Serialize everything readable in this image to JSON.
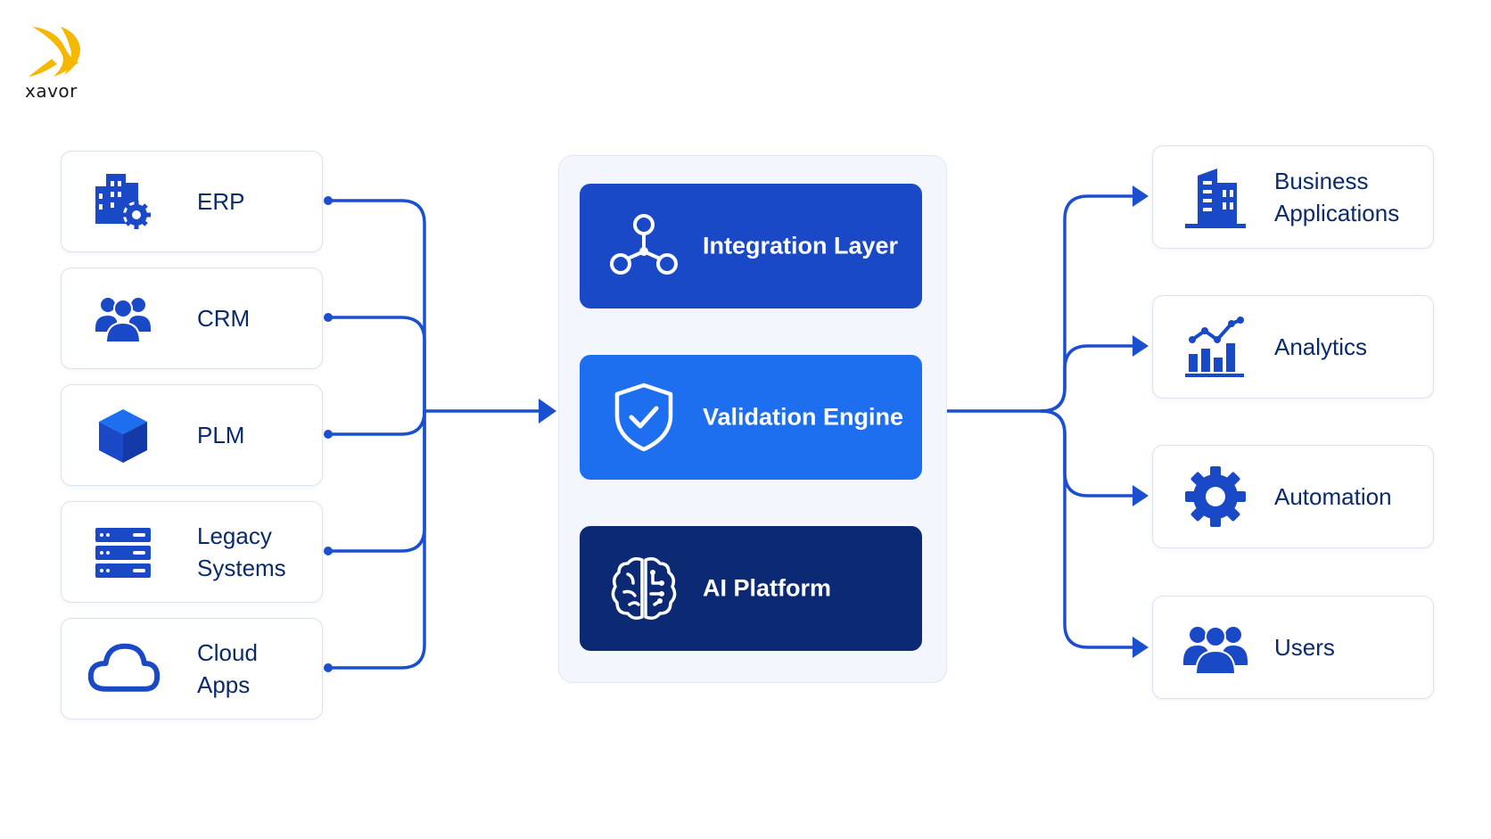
{
  "brand": {
    "name": "xavor",
    "accent": "#f5b800"
  },
  "colors": {
    "primary": "#1a49c7",
    "bright": "#1e6ff0",
    "dark": "#0c2a74",
    "line": "#1a4fd0",
    "text": "#0b2a6b"
  },
  "sources": [
    {
      "label": "ERP",
      "icon": "building-gear-icon"
    },
    {
      "label": "CRM",
      "icon": "users-group-icon"
    },
    {
      "label": "PLM",
      "icon": "cube-icon"
    },
    {
      "label": "Legacy\nSystems",
      "icon": "server-rack-icon"
    },
    {
      "label": "Cloud\nApps",
      "icon": "cloud-icon"
    }
  ],
  "core": [
    {
      "label": "Integration Layer",
      "icon": "network-nodes-icon"
    },
    {
      "label": "Validation Engine",
      "icon": "shield-check-icon"
    },
    {
      "label": "AI Platform",
      "icon": "brain-circuit-icon"
    }
  ],
  "destinations": [
    {
      "label": "Business\nApplications",
      "icon": "office-building-icon"
    },
    {
      "label": "Analytics",
      "icon": "bar-chart-trend-icon"
    },
    {
      "label": "Automation",
      "icon": "gear-icon"
    },
    {
      "label": "Users",
      "icon": "users-group-icon"
    }
  ]
}
